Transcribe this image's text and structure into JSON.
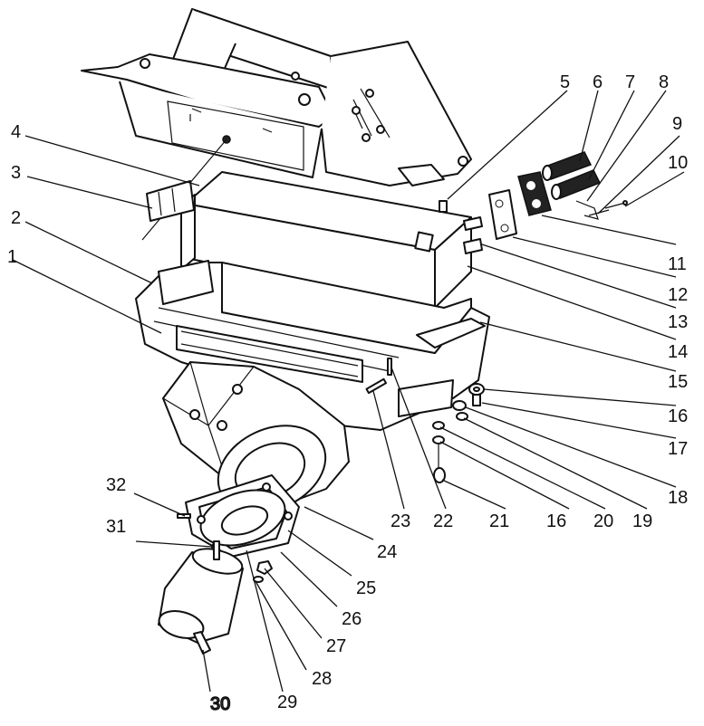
{
  "labels": {
    "l1": "1",
    "l2": "2",
    "l3": "3",
    "l4": "4",
    "l5": "5",
    "l6": "6",
    "l7": "7",
    "l8": "8",
    "l9": "9",
    "l10": "10",
    "l11": "11",
    "l12": "12",
    "l13": "13",
    "l14": "14",
    "l15": "15",
    "l16a": "16",
    "l17": "17",
    "l18": "18",
    "l19": "19",
    "l20": "20",
    "l16b": "16",
    "l21": "21",
    "l22": "22",
    "l23": "23",
    "l24": "24",
    "l25": "25",
    "l26": "26",
    "l27": "27",
    "l28": "28",
    "l29": "29",
    "l30": "30",
    "l31": "31",
    "l32": "32"
  }
}
